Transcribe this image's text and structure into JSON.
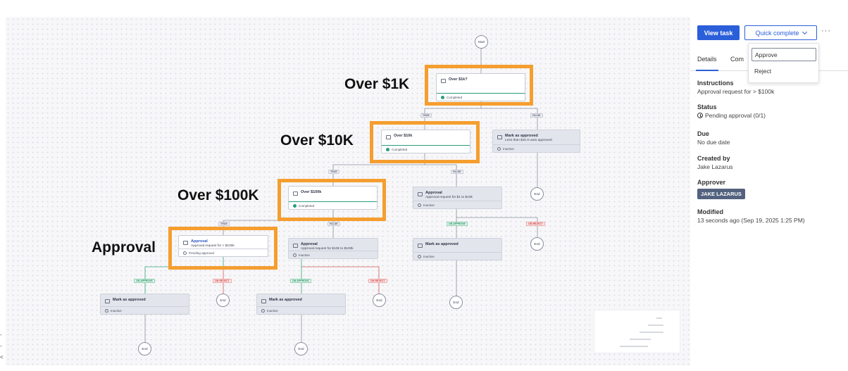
{
  "canvas": {
    "nodes": {
      "over1k": {
        "title": "Over $1k?",
        "status": "Completed"
      },
      "over10k": {
        "title": "Over $10k",
        "status": "Completed"
      },
      "over100k": {
        "title": "Over $100k",
        "status": "Completed"
      },
      "auto_approve": {
        "title": "Mark as approved",
        "subtitle": "Less than $1k is auto approved",
        "status": "Inactive"
      },
      "approval_1_10k": {
        "title": "Approval",
        "subtitle": "Approval request for $1 to $10k",
        "status": "Inactive"
      },
      "approval_10_100k": {
        "title": "Approval",
        "subtitle": "Approval request for $10k to $100k",
        "status": "Inactive"
      },
      "approval_main": {
        "title": "Approval",
        "subtitle": "Approval request for > $100k",
        "status": "Pending approval"
      },
      "mark_a": {
        "title": "Mark as approved",
        "status": "Inactive"
      },
      "mark_b": {
        "title": "Mark as approved",
        "status": "Inactive"
      },
      "mark_c": {
        "title": "Mark as approved",
        "status": "Inactive"
      }
    },
    "start_label": "Start",
    "end_label": "End",
    "edge_labels": {
      "true": "TRUE",
      "false": "FALSE",
      "on_approve": "ON APPROVE",
      "on_reject": "ON REJECT"
    },
    "annotations": [
      "Over $1K",
      "Over $10K",
      "Over $100K",
      "Approval"
    ],
    "highlight_color": "#f59e2f",
    "left_ticks": [
      "-",
      "-",
      "<"
    ]
  },
  "panel": {
    "view_task": "View task",
    "quick_complete": "Quick complete",
    "more": "···",
    "tabs": [
      "Details",
      "Com"
    ],
    "dropdown": [
      "Approve",
      "Reject"
    ],
    "fields": {
      "instructions": {
        "label": "Instructions",
        "value": "Approval request for > $100k"
      },
      "status": {
        "label": "Status",
        "value": "Pending approval (0/1)"
      },
      "due": {
        "label": "Due",
        "value": "No due date"
      },
      "created_by": {
        "label": "Created by",
        "value": "Jake Lazarus"
      },
      "approver": {
        "label": "Approver",
        "value": "JAKE LAZARUS"
      },
      "modified": {
        "label": "Modified",
        "value": "13 seconds ago (Sep 19, 2025 1:25 PM)"
      }
    },
    "accent_color": "#2b5fd9"
  }
}
